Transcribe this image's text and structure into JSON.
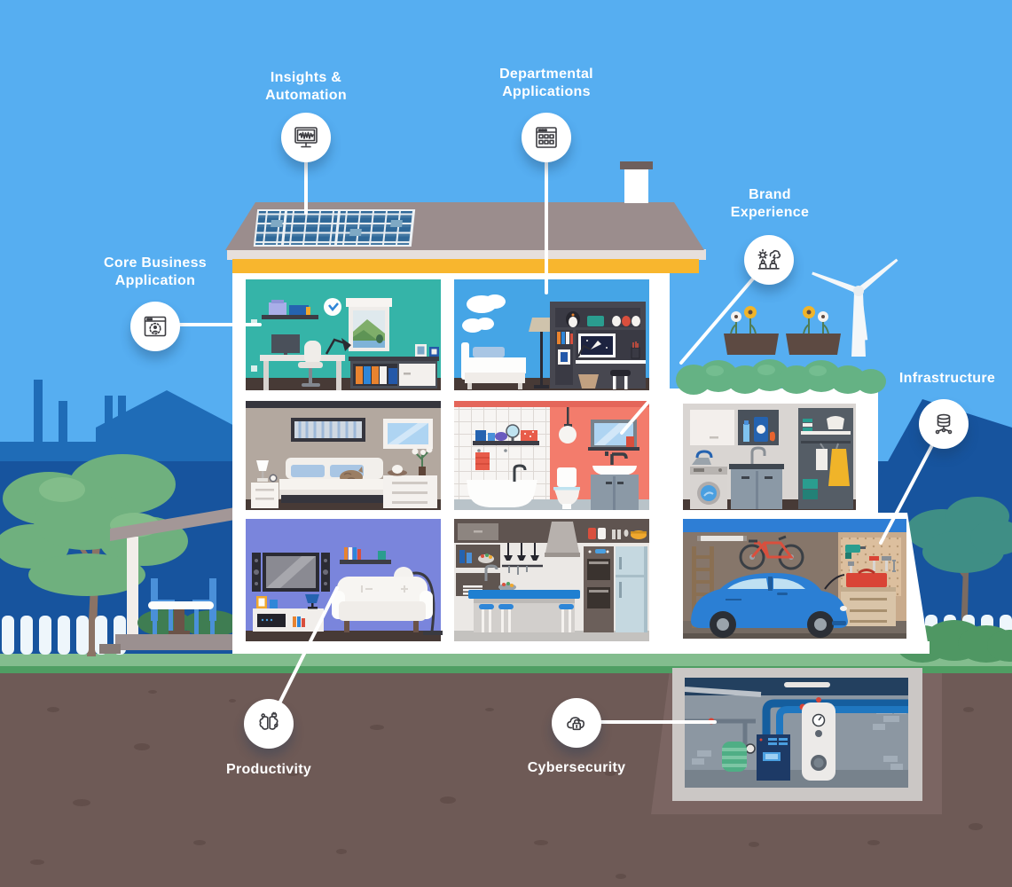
{
  "figure": {
    "type": "infographic-illustration",
    "subject": "Cross-section of a smart home with callouts mapping rooms to IT capability areas"
  },
  "callouts": {
    "core_business": {
      "label": "Core Business\nApplication",
      "icon": "browser-user-icon"
    },
    "insights": {
      "label": "Insights &\nAutomation",
      "icon": "monitor-analytics-icon"
    },
    "departmental": {
      "label": "Departmental\nApplications",
      "icon": "app-window-grid-icon"
    },
    "brand": {
      "label": "Brand\nExperience",
      "icon": "customer-scene-icon"
    },
    "infrastructure": {
      "label": "Infrastructure",
      "icon": "database-network-icon"
    },
    "productivity": {
      "label": "Productivity",
      "icon": "brain-circuit-icon"
    },
    "cybersecurity": {
      "label": "Cybersecurity",
      "icon": "cloud-lock-icon"
    }
  },
  "colors": {
    "sky": "#56aef1",
    "backdrop_blue": "#17549e",
    "silhouette_blue": "#1f6cb7",
    "accent_yellow": "#f8b62e",
    "roof": "#9b8d8d",
    "grass": "#83bd8e",
    "soil": "#6e5a56",
    "label_text": "#ffffff",
    "icon_stroke": "#3b3b40",
    "room_office": "#35b4a8",
    "room_kids": "#45a5e6",
    "room_bedroom": "#b3a89f",
    "room_bathroom": "#f37c6c",
    "room_living": "#7a85dc",
    "garage_wall": "#86766a",
    "car_blue": "#2b7fd4",
    "basement_wall": "#8c97a2"
  }
}
